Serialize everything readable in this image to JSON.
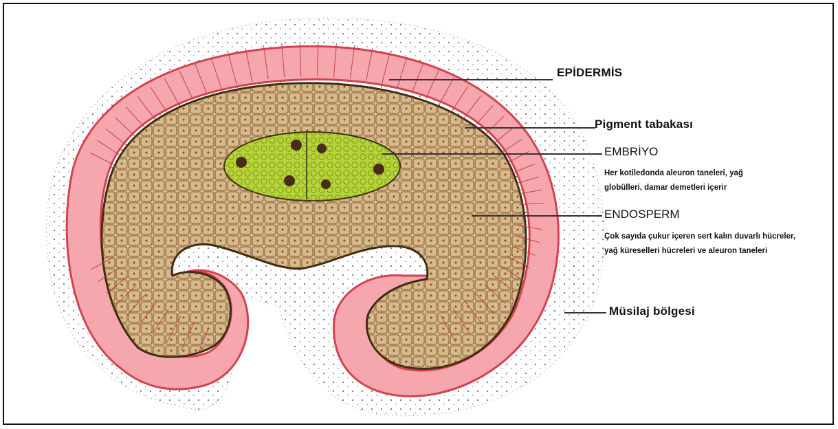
{
  "labels": {
    "epidermis": "EPİDERMİS",
    "pigment": "Pigment tabakası",
    "embryo": "EMBRİYO",
    "embryo_desc_1": "Her kotiledonda aleuron taneleri, yağ",
    "embryo_desc_2": "globülleri, damar demetleri içerir",
    "endosperm": "ENDOSPERM",
    "endosperm_desc_1": "Çok sayıda çukur içeren sert kalın duvarlı hücreler,",
    "endosperm_desc_2": "yağ küreselleri hücreleri ve aleuron taneleri",
    "mucilage": "Müsilaj bölgesi"
  },
  "colors": {
    "epidermis_fill": "#f6a7ad",
    "epidermis_stroke": "#d2434f",
    "endosperm_fill": "#d9b98a",
    "cell_stroke": "#6b4a22",
    "embryo_fill": "#b7d33a",
    "embryo_stroke": "#6f8f12",
    "nucleus": "#4a2a1a",
    "leader_line": "#333333"
  },
  "icons": [
    "seed-cross-section-illustration"
  ]
}
